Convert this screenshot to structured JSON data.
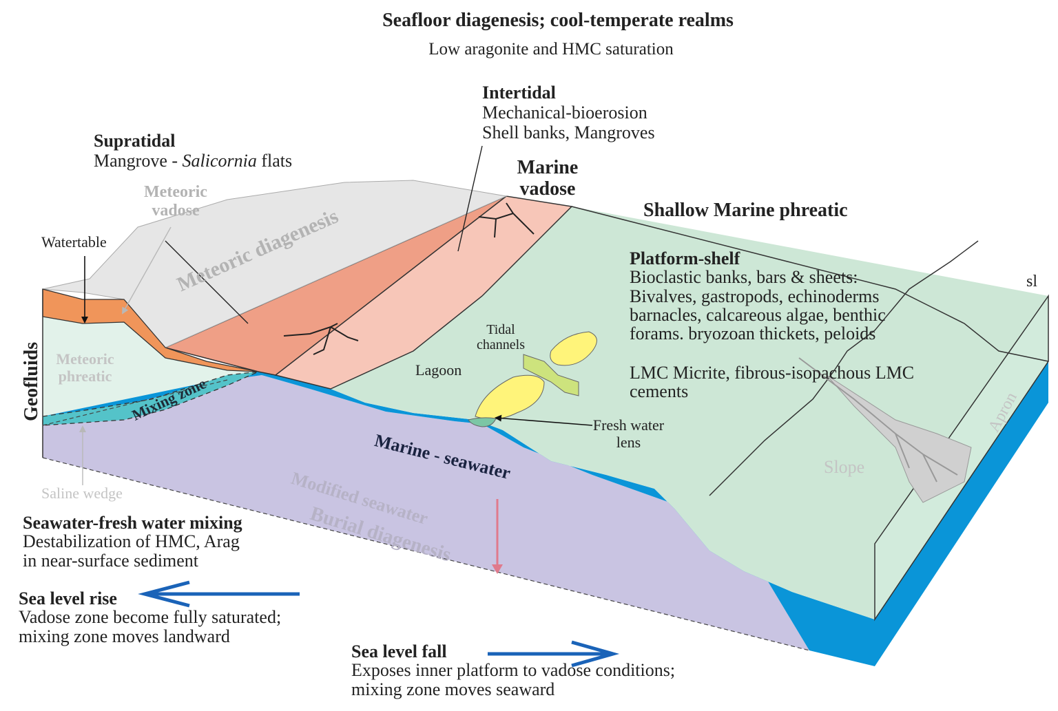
{
  "title": "Seafloor diagenesis; cool-temperate realms",
  "subtitle": "Low aragonite and HMC saturation",
  "colors": {
    "marine_phreatic": "#cde7d6",
    "marine_seawater": "#0a95d8",
    "burial": "#c9c4e2",
    "meteoric_vadose": "#e6e6e6",
    "meteoric_phreatic": "#e2f2ea",
    "mixing_zone": "#54c3c9",
    "supratidal": "#ef9f86",
    "intertidal": "#f7c6b8",
    "watertable_band": "#f0955a",
    "shoal": "#fff47a",
    "tidal_channel": "#cde37d",
    "arrow_blue": "#1a63b8",
    "arrow_red": "#e07a8c"
  },
  "labels": {
    "intertidal_head": "Intertidal",
    "intertidal_line1": "Mechanical-bioerosion",
    "intertidal_line2": "Shell banks, Mangroves",
    "supratidal_head": "Supratidal",
    "supratidal_pre": "Mangrove - ",
    "supratidal_italic": "Salicornia",
    "supratidal_post": " flats",
    "marine_vadose_1": "Marine",
    "marine_vadose_2": "vadose",
    "shallow_marine_phreatic": "Shallow Marine phreatic",
    "meteoric_vadose_1": "Meteoric",
    "meteoric_vadose_2": "vadose",
    "meteoric_diagenesis": "Meteoric diagenesis",
    "watertable": "Watertable",
    "platform_head": "Platform-shelf",
    "platform_line1": "Bioclastic banks, bars & sheets:",
    "platform_line2": "Bivalves, gastropods, echinoderms",
    "platform_line3": "barnacles, calcareous algae, benthic",
    "platform_line4": "forams. bryozoan thickets, peloids",
    "lmc_line1": "LMC Micrite, fibrous-isopachous LMC",
    "lmc_line2": "cements",
    "sl": "sl",
    "geofluids": "Geofluids",
    "meteoric_phreatic_1": "Meteoric",
    "meteoric_phreatic_2": "phreatic",
    "mixing_zone": "Mixing zone",
    "tidal_channels_1": "Tidal",
    "tidal_channels_2": "channels",
    "lagoon": "Lagoon",
    "fresh_water_lens_1": "Fresh water",
    "fresh_water_lens_2": "lens",
    "marine_seawater": "Marine - seawater",
    "apron": "Apron",
    "slope": "Slope",
    "saline_wedge": "Saline wedge",
    "modified_seawater": "Modified seawater",
    "burial_diagenesis": "Burial diagenesis",
    "mixing_head": "Seawater-fresh water mixing",
    "mixing_line1": "Destabilization of HMC, Arag",
    "mixing_line2": "in near-surface sediment",
    "rise_head": "Sea level rise",
    "rise_line1": "Vadose zone become fully saturated;",
    "rise_line2": "mixing zone moves landward",
    "fall_head": "Sea level fall",
    "fall_line1": "Exposes inner platform to vadose conditions;",
    "fall_line2": "mixing zone moves seaward"
  }
}
